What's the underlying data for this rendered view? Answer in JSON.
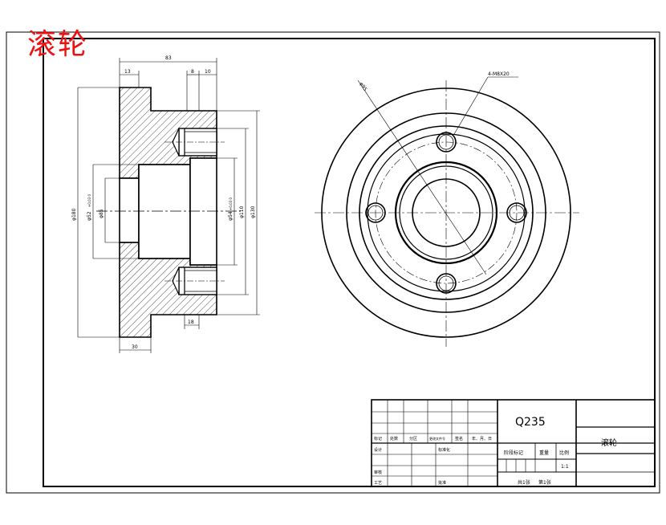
{
  "drawing": {
    "title": "滚轮",
    "material": "Q235",
    "name_cell": "滚轮",
    "scale": "1:1"
  },
  "section_view": {
    "dims": {
      "overall_length": "83",
      "flange_left": "13",
      "hole_gap": "8",
      "right_step": "10",
      "bottom_step": "18",
      "base_width": "30",
      "d_outer": "φ180",
      "d_bore": "φ52",
      "d_bore_tol": "+0.03 0",
      "d_inner": "φ85",
      "d_recess": "φ54",
      "d_recess_tol": "+0.03 0",
      "d_mid": "φ110",
      "d_boss": "φ130"
    }
  },
  "front_view": {
    "pcd_label": "φ95",
    "holes_label": "4-M8X20"
  },
  "title_block": {
    "labels": {
      "biaoji": "标记",
      "chushu": "处数",
      "fenqu": "分区",
      "gengai": "更改文件号",
      "qianming": "签名",
      "nianyueri": "年、月、日",
      "sheji": "设计",
      "biaozhunhua": "标准化",
      "jieduan": "阶段标记",
      "zhongliang": "重量",
      "bili": "比例",
      "shenhe": "审核",
      "gongyi": "工艺",
      "pizhun": "批准",
      "gongzhang": "共1张",
      "dizhang": "第1张"
    }
  }
}
